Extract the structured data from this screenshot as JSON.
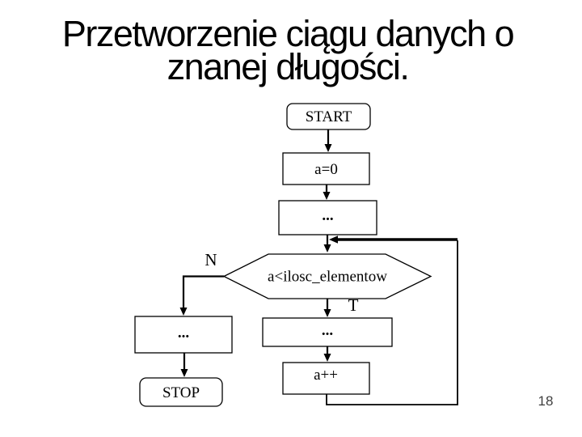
{
  "title": {
    "line1": "Przetworzenie ciągu danych o",
    "line2": "znanej długości."
  },
  "flowchart": {
    "start_label": "START",
    "init_label": "a=0",
    "ellipsis_top": "...",
    "condition_label": "a<ilosc_elementow",
    "branch_no_label": "N",
    "branch_yes_label": "T",
    "ellipsis_left": "...",
    "stop_label": "STOP",
    "ellipsis_right": "...",
    "increment_label": "a++"
  },
  "page_number": "18",
  "colors": {
    "line": "#000000",
    "background": "#ffffff",
    "page_number": "#3f3f3f"
  }
}
